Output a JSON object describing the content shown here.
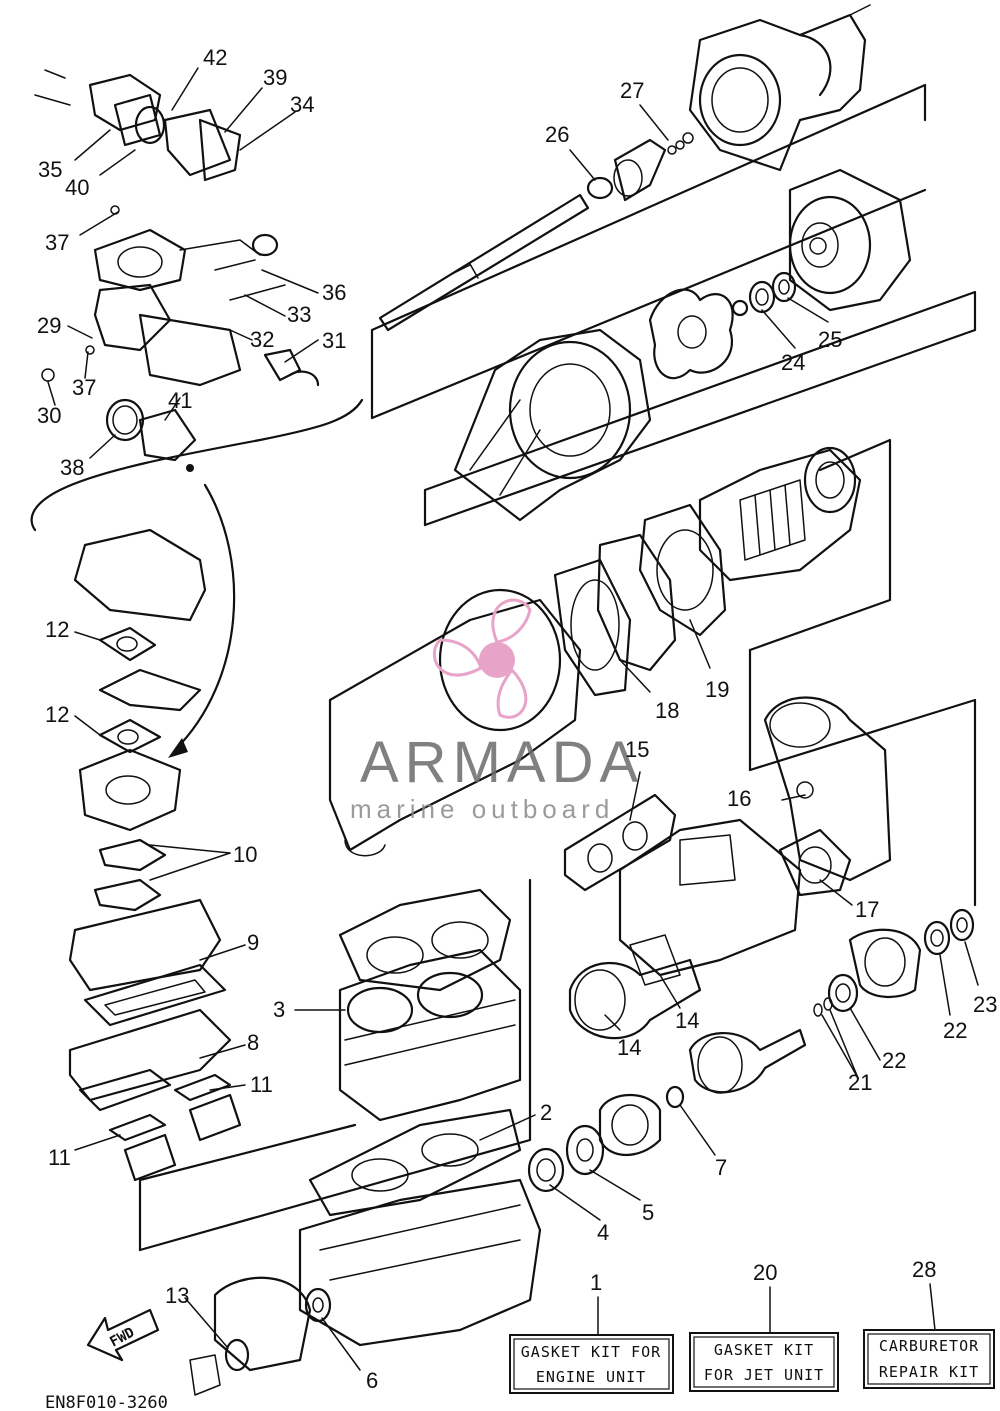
{
  "diagram": {
    "drawing_code": "EN8F010-3260",
    "fwd_label": "FWD",
    "watermark": {
      "name": "ARMADA",
      "tagline": "marine outboard",
      "accent": "#e8a4c8"
    },
    "part_numbers": [
      "1",
      "2",
      "3",
      "4",
      "5",
      "6",
      "7",
      "8",
      "9",
      "10",
      "11",
      "11",
      "12",
      "12",
      "13",
      "14",
      "14",
      "15",
      "16",
      "17",
      "18",
      "19",
      "20",
      "21",
      "22",
      "22",
      "23",
      "24",
      "25",
      "26",
      "27",
      "28",
      "29",
      "30",
      "31",
      "32",
      "33",
      "34",
      "35",
      "36",
      "37",
      "37",
      "38",
      "39",
      "40",
      "41",
      "42"
    ],
    "kits": [
      {
        "number": "1",
        "line1": "GASKET KIT FOR",
        "line2": "ENGINE UNIT"
      },
      {
        "number": "20",
        "line1": "GASKET KIT",
        "line2": "FOR JET UNIT"
      },
      {
        "number": "28",
        "line1": "CARBURETOR",
        "line2": "REPAIR KIT"
      }
    ]
  }
}
